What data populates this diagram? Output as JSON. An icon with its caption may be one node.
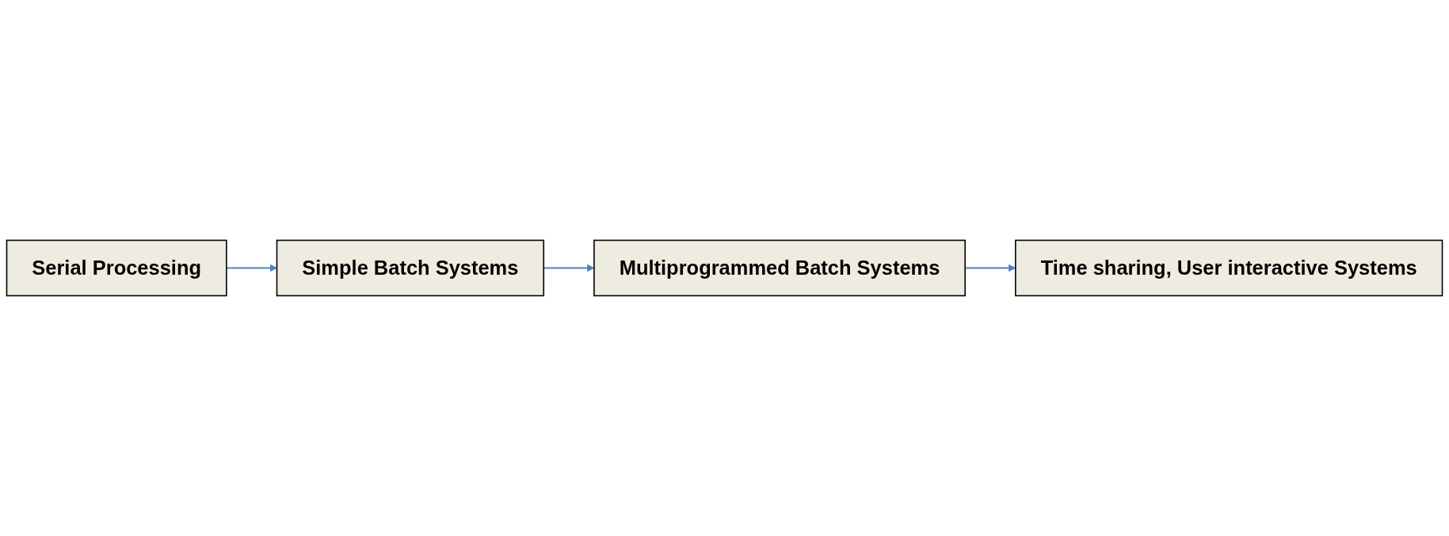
{
  "diagram": {
    "nodes": [
      {
        "text": [
          "Serial Processing"
        ]
      },
      {
        "text": [
          "Simple Batch Systems"
        ]
      },
      {
        "text": [
          "Multiprogrammed Batch Systems"
        ]
      },
      {
        "text": [
          "Time sharing, User interactive Systems"
        ]
      }
    ],
    "edges": [
      {
        "from": 0,
        "to": 1,
        "arrow": "to"
      },
      {
        "from": 1,
        "to": 2,
        "arrow": "to"
      },
      {
        "from": 2,
        "to": 3,
        "arrow": "to"
      }
    ]
  }
}
